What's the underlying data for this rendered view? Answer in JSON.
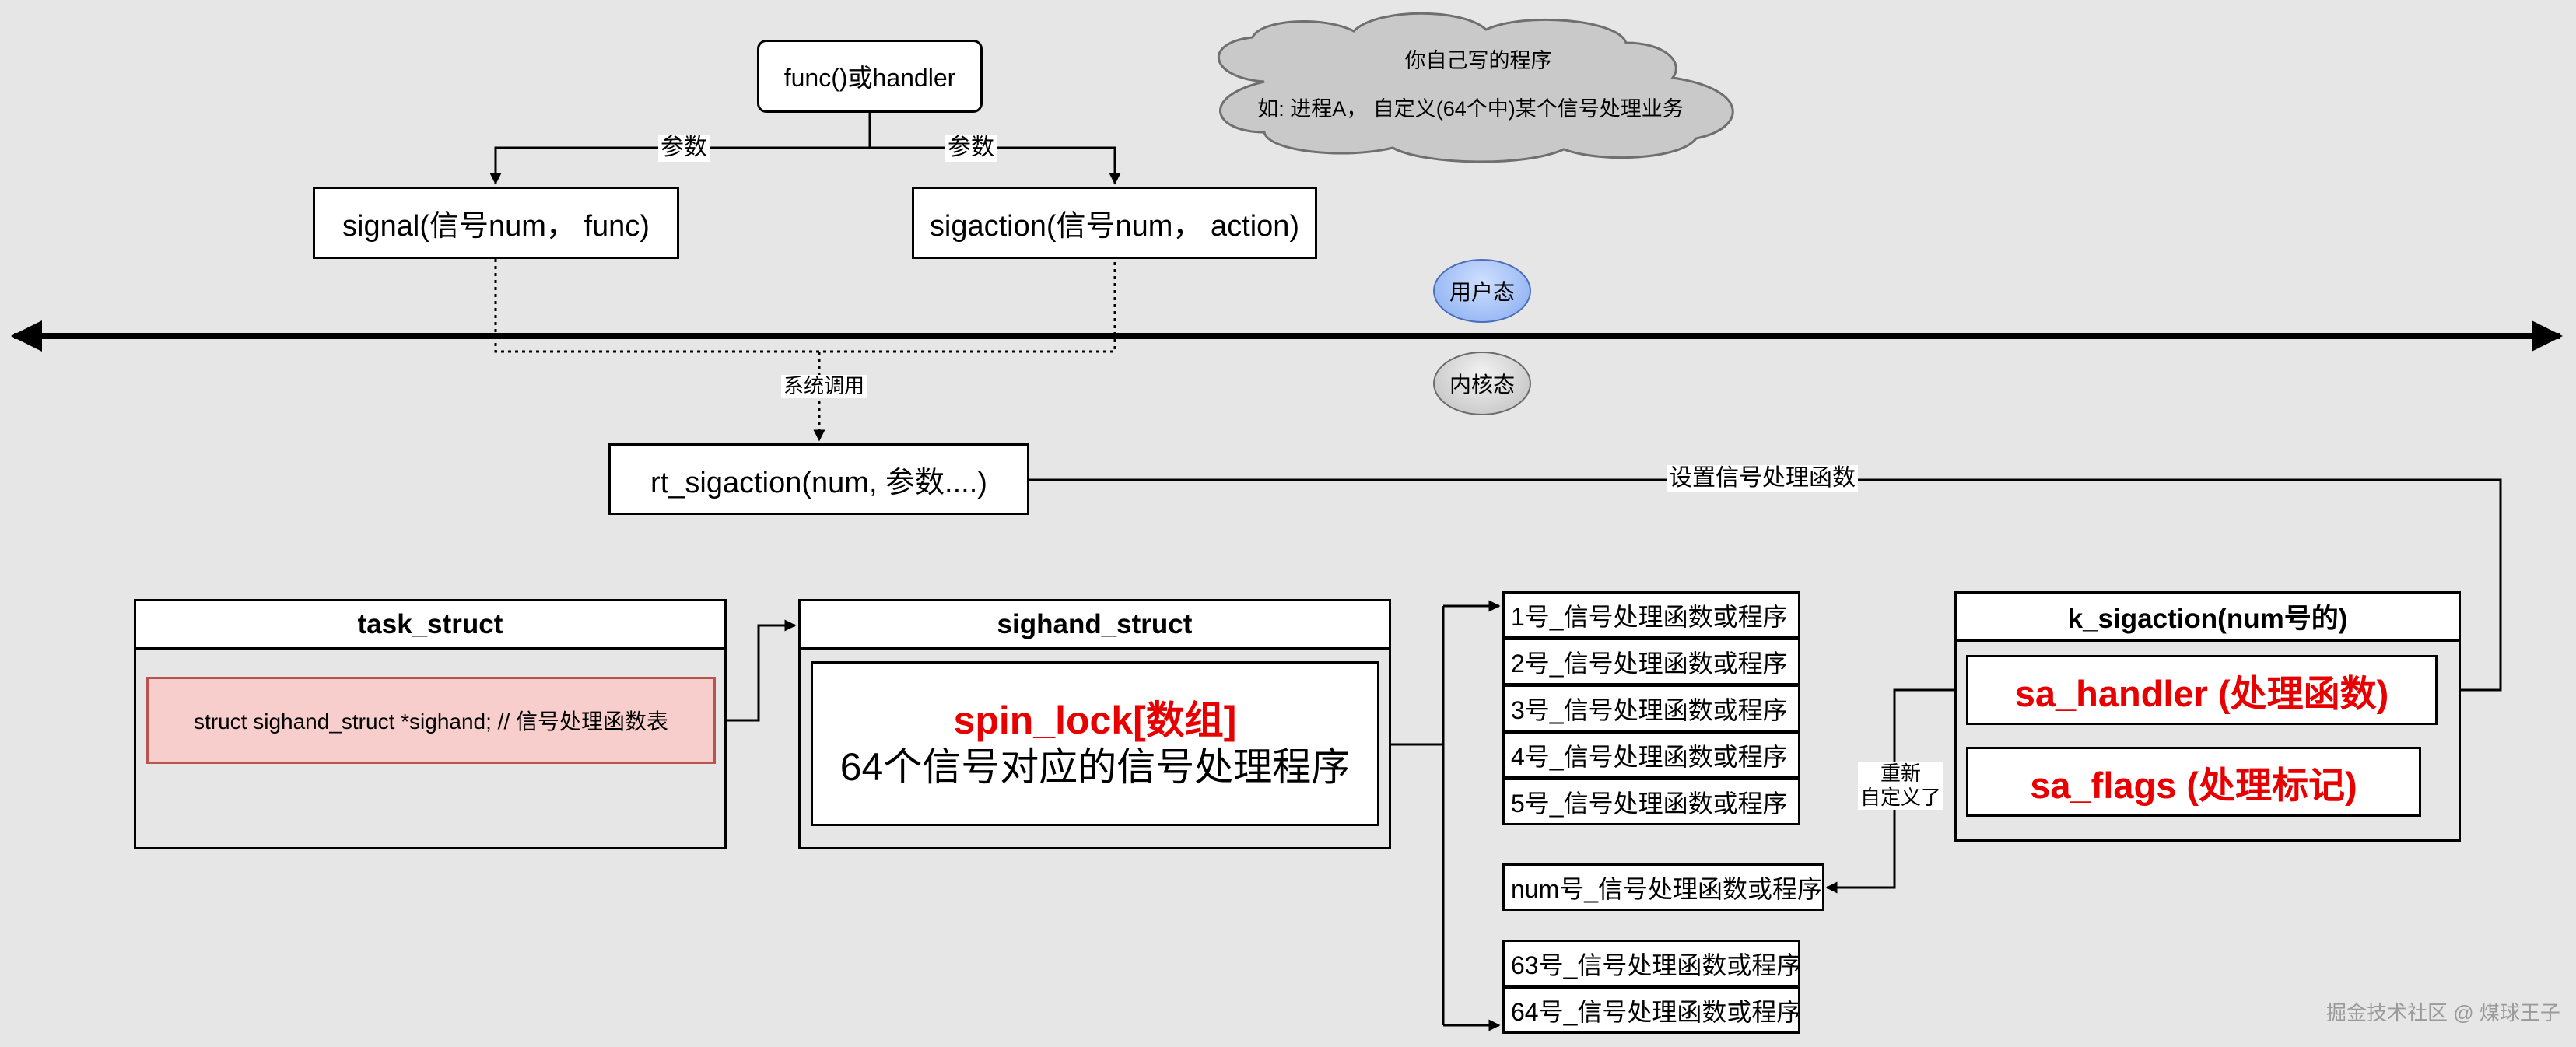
{
  "top": {
    "handler_box": "func()或handler",
    "param_label_left": "参数",
    "param_label_right": "参数",
    "signal_box": "signal(信号num， func)",
    "sigaction_box": "sigaction(信号num， action)"
  },
  "cloud": {
    "line1": "你自己写的程序",
    "line2": "如: 进程A， 自定义(64个中)某个信号处理业务",
    "fill_color": "#c9c9c9"
  },
  "space_divider": {
    "user_label": "用户态",
    "kernel_label": "内核态"
  },
  "syscall": {
    "label": "系统调用",
    "rt_box": "rt_sigaction(num, 参数....)",
    "set_handler_label": "设置信号处理函数"
  },
  "task_struct": {
    "title": "task_struct",
    "field": "struct sighand_struct *sighand;    // 信号处理函数表",
    "field_fill": "#f8cecc",
    "field_border": "#b85450"
  },
  "sighand_struct": {
    "title": "sighand_struct",
    "inner_line1": "spin_lock[数组]",
    "inner_line2": "64个信号对应的信号处理程序"
  },
  "handler_list": {
    "items": [
      "1号_信号处理函数或程序",
      "2号_信号处理函数或程序",
      "3号_信号处理函数或程序",
      "4号_信号处理函数或程序",
      "5号_信号处理函数或程序"
    ],
    "num_item": "num号_信号处理函数或程序",
    "tail_items": [
      "63号_信号处理函数或程序",
      "64号_信号处理函数或程序"
    ]
  },
  "k_sigaction": {
    "title": "k_sigaction(num号的)",
    "sa_handler": "sa_handler (处理函数)",
    "sa_flags": "sa_flags (处理标记)",
    "redefine_label_line1": "重新",
    "redefine_label_line2": "自定义了"
  },
  "colors": {
    "accent_red": "#e80000",
    "user_mode": "#86aaf0",
    "kernel_mode": "#bdbdbd"
  },
  "watermark": "掘金技术社区 @ 煤球王子"
}
